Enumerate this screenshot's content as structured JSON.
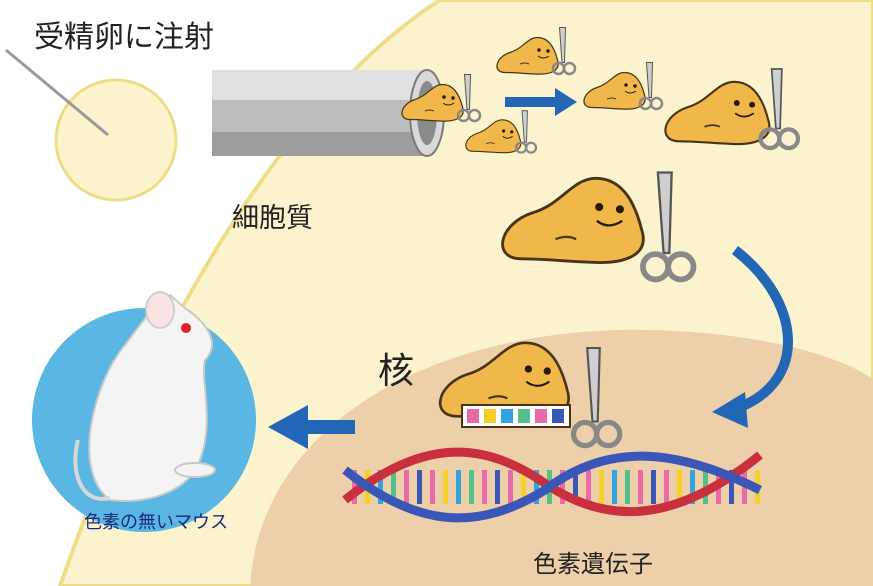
{
  "labels": {
    "title": "受精卵に注射",
    "cytoplasm": "細胞質",
    "nucleus": "核",
    "mouse": "色素の無いマウス",
    "gene": "色素遺伝子"
  },
  "colors": {
    "cytoplasm": "#faf3cd",
    "membrane": "#eedd88",
    "nucleus": "#edcfa9",
    "mouse_circle": "#5ab6e3",
    "arrow": "#2366b5",
    "protein": "#f0b84a",
    "protein_outline": "#4a3416",
    "needle_egg": "#faf3cd",
    "dna_strand_a": "#c9303d",
    "dna_strand_b": "#3a57b8",
    "guide_rna": [
      "#e96aa6",
      "#f5d02a",
      "#33a3e0",
      "#54c08a",
      "#e96aa6",
      "#3a57b8"
    ]
  },
  "icons": [
    "egg-icon",
    "injection-needle-icon",
    "injection-tube-icon",
    "protein-scissors-icon",
    "arrow-icon",
    "white-mouse-icon",
    "dna-helix-icon",
    "guide-rna-icon"
  ]
}
